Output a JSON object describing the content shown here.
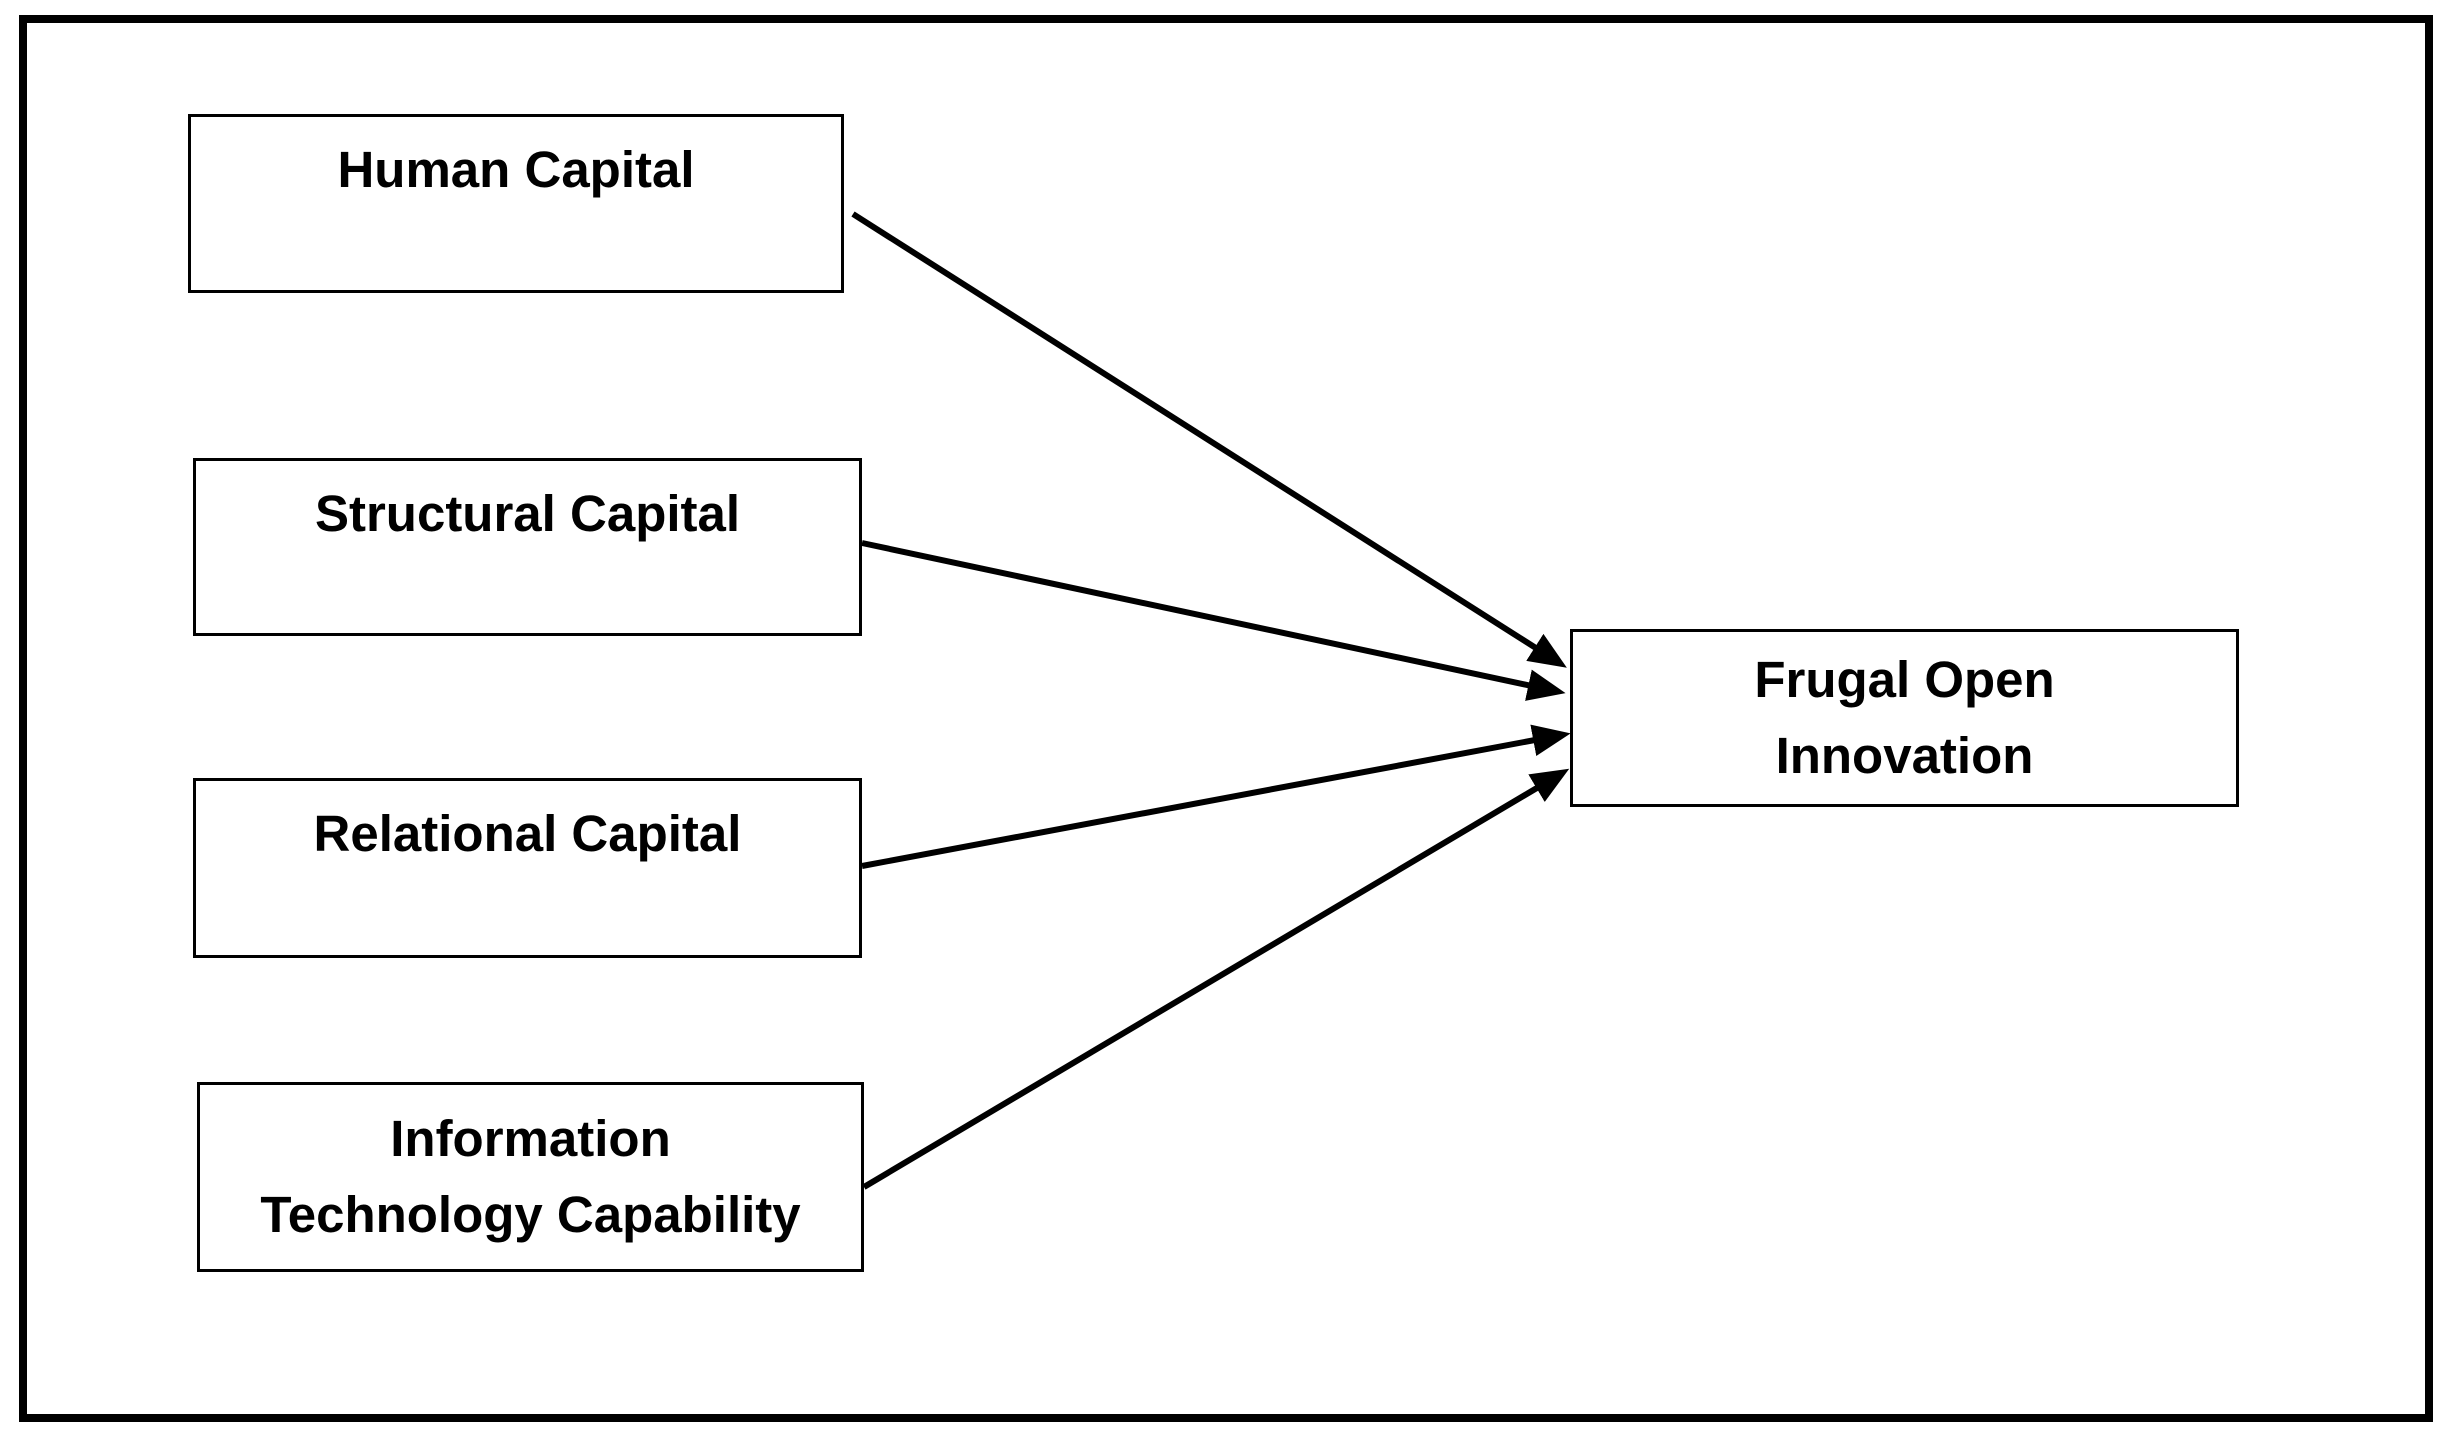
{
  "figure": {
    "type": "path-model-diagram",
    "background_color": "#ffffff",
    "stroke_color": "#000000",
    "nodes": [
      {
        "id": "human-capital",
        "label": "Human Capital",
        "lines": [
          "Human Capital"
        ]
      },
      {
        "id": "structural-capital",
        "label": "Structural Capital",
        "lines": [
          "Structural Capital"
        ]
      },
      {
        "id": "relational-capital",
        "label": "Relational Capital",
        "lines": [
          "Relational Capital"
        ]
      },
      {
        "id": "it-capability",
        "label": "Information Technology Capability",
        "lines": [
          "Information",
          "Technology Capability"
        ]
      },
      {
        "id": "frugal-open-innovation",
        "label": "Frugal Open Innovation",
        "lines": [
          "Frugal Open",
          "Innovation"
        ]
      }
    ],
    "edges": [
      {
        "from": "Human Capital",
        "to": "Frugal Open Innovation"
      },
      {
        "from": "Structural Capital",
        "to": "Frugal Open Innovation"
      },
      {
        "from": "Relational Capital",
        "to": "Frugal Open Innovation"
      },
      {
        "from": "Information Technology Capability",
        "to": "Frugal Open Innovation"
      }
    ]
  }
}
